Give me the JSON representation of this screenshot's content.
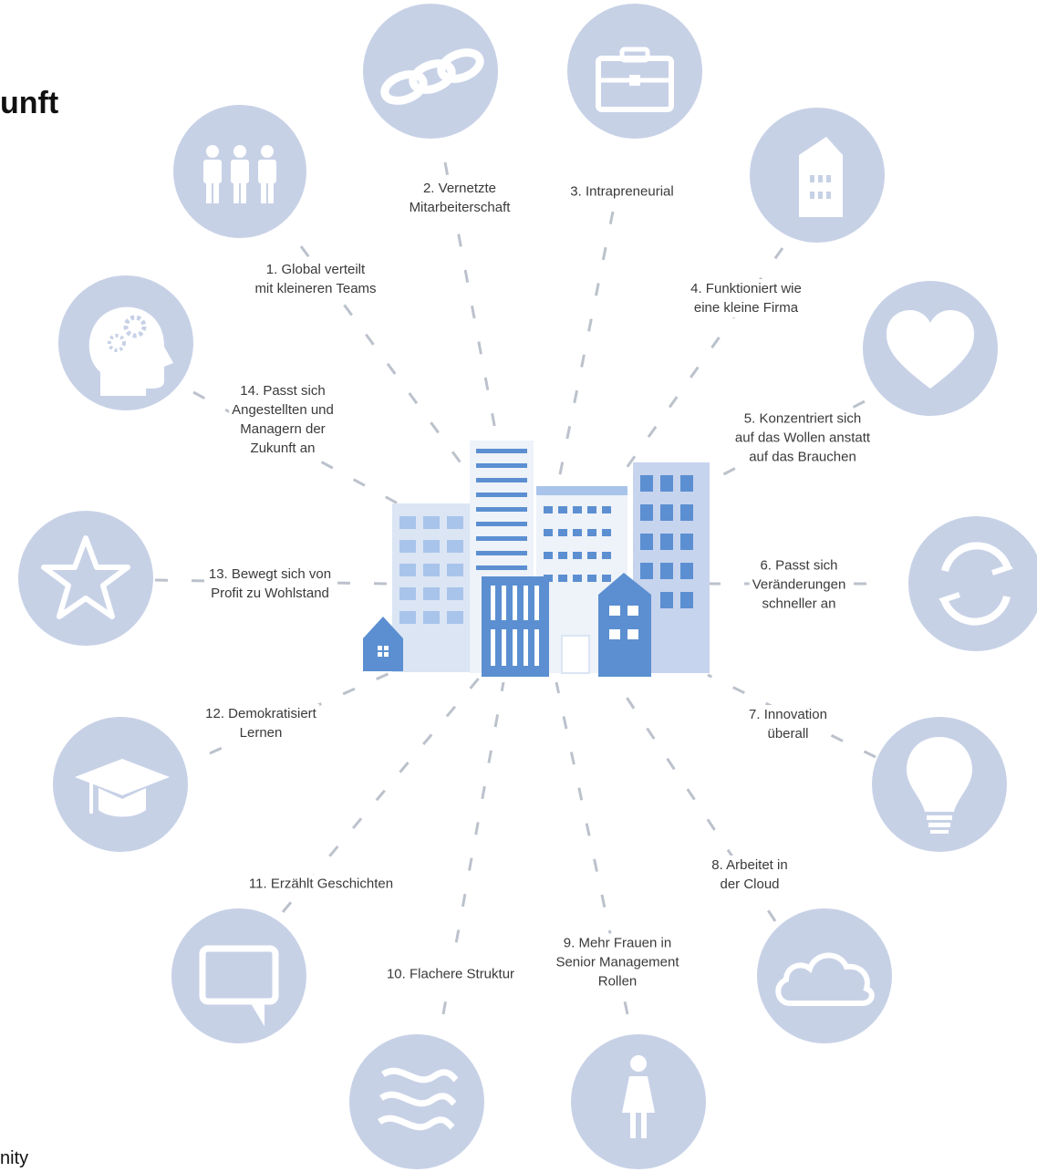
{
  "heading": "unft",
  "footer_text": "nity",
  "colors": {
    "circle": "#c7d1e6",
    "icon": "#ffffff",
    "connector": "#bcc2cc",
    "building_dark": "#5b8fd1",
    "building_mid": "#a9c4ea",
    "building_light": "#dbe5f4",
    "building_pale": "#eef2f9"
  },
  "nodes": [
    {
      "id": 1,
      "icon": "people-icon",
      "lines": [
        "1. Global verteilt",
        "mit kleineren Teams"
      ]
    },
    {
      "id": 2,
      "icon": "chain-link-icon",
      "lines": [
        "2. Vernetzte",
        "Mitarbeiterschaft"
      ]
    },
    {
      "id": 3,
      "icon": "briefcase-icon",
      "lines": [
        "3. Intrapreneurial"
      ]
    },
    {
      "id": 4,
      "icon": "small-building-icon",
      "lines": [
        "4. Funktioniert wie",
        "eine kleine Firma"
      ]
    },
    {
      "id": 5,
      "icon": "heart-icon",
      "lines": [
        "5. Konzentriert sich",
        "auf das Wollen anstatt",
        "auf das Brauchen"
      ]
    },
    {
      "id": 6,
      "icon": "refresh-icon",
      "lines": [
        "6. Passt sich",
        "Veränderungen",
        "schneller an"
      ]
    },
    {
      "id": 7,
      "icon": "lightbulb-icon",
      "lines": [
        "7. Innovation",
        "überall"
      ]
    },
    {
      "id": 8,
      "icon": "cloud-icon",
      "lines": [
        "8. Arbeitet in",
        "der Cloud"
      ]
    },
    {
      "id": 9,
      "icon": "woman-icon",
      "lines": [
        "9. Mehr Frauen in",
        "Senior Management",
        "Rollen"
      ]
    },
    {
      "id": 10,
      "icon": "waves-icon",
      "lines": [
        "10. Flachere Struktur"
      ]
    },
    {
      "id": 11,
      "icon": "speech-bubble-icon",
      "lines": [
        "11. Erzählt Geschichten"
      ]
    },
    {
      "id": 12,
      "icon": "graduation-cap-icon",
      "lines": [
        "12. Demokratisiert",
        "Lernen"
      ]
    },
    {
      "id": 13,
      "icon": "star-icon",
      "lines": [
        "13. Bewegt sich von",
        "Profit zu Wohlstand"
      ]
    },
    {
      "id": 14,
      "icon": "head-gears-icon",
      "lines": [
        "14. Passt sich",
        "Angestellten und",
        "Managern der",
        "Zukunft an"
      ]
    }
  ]
}
